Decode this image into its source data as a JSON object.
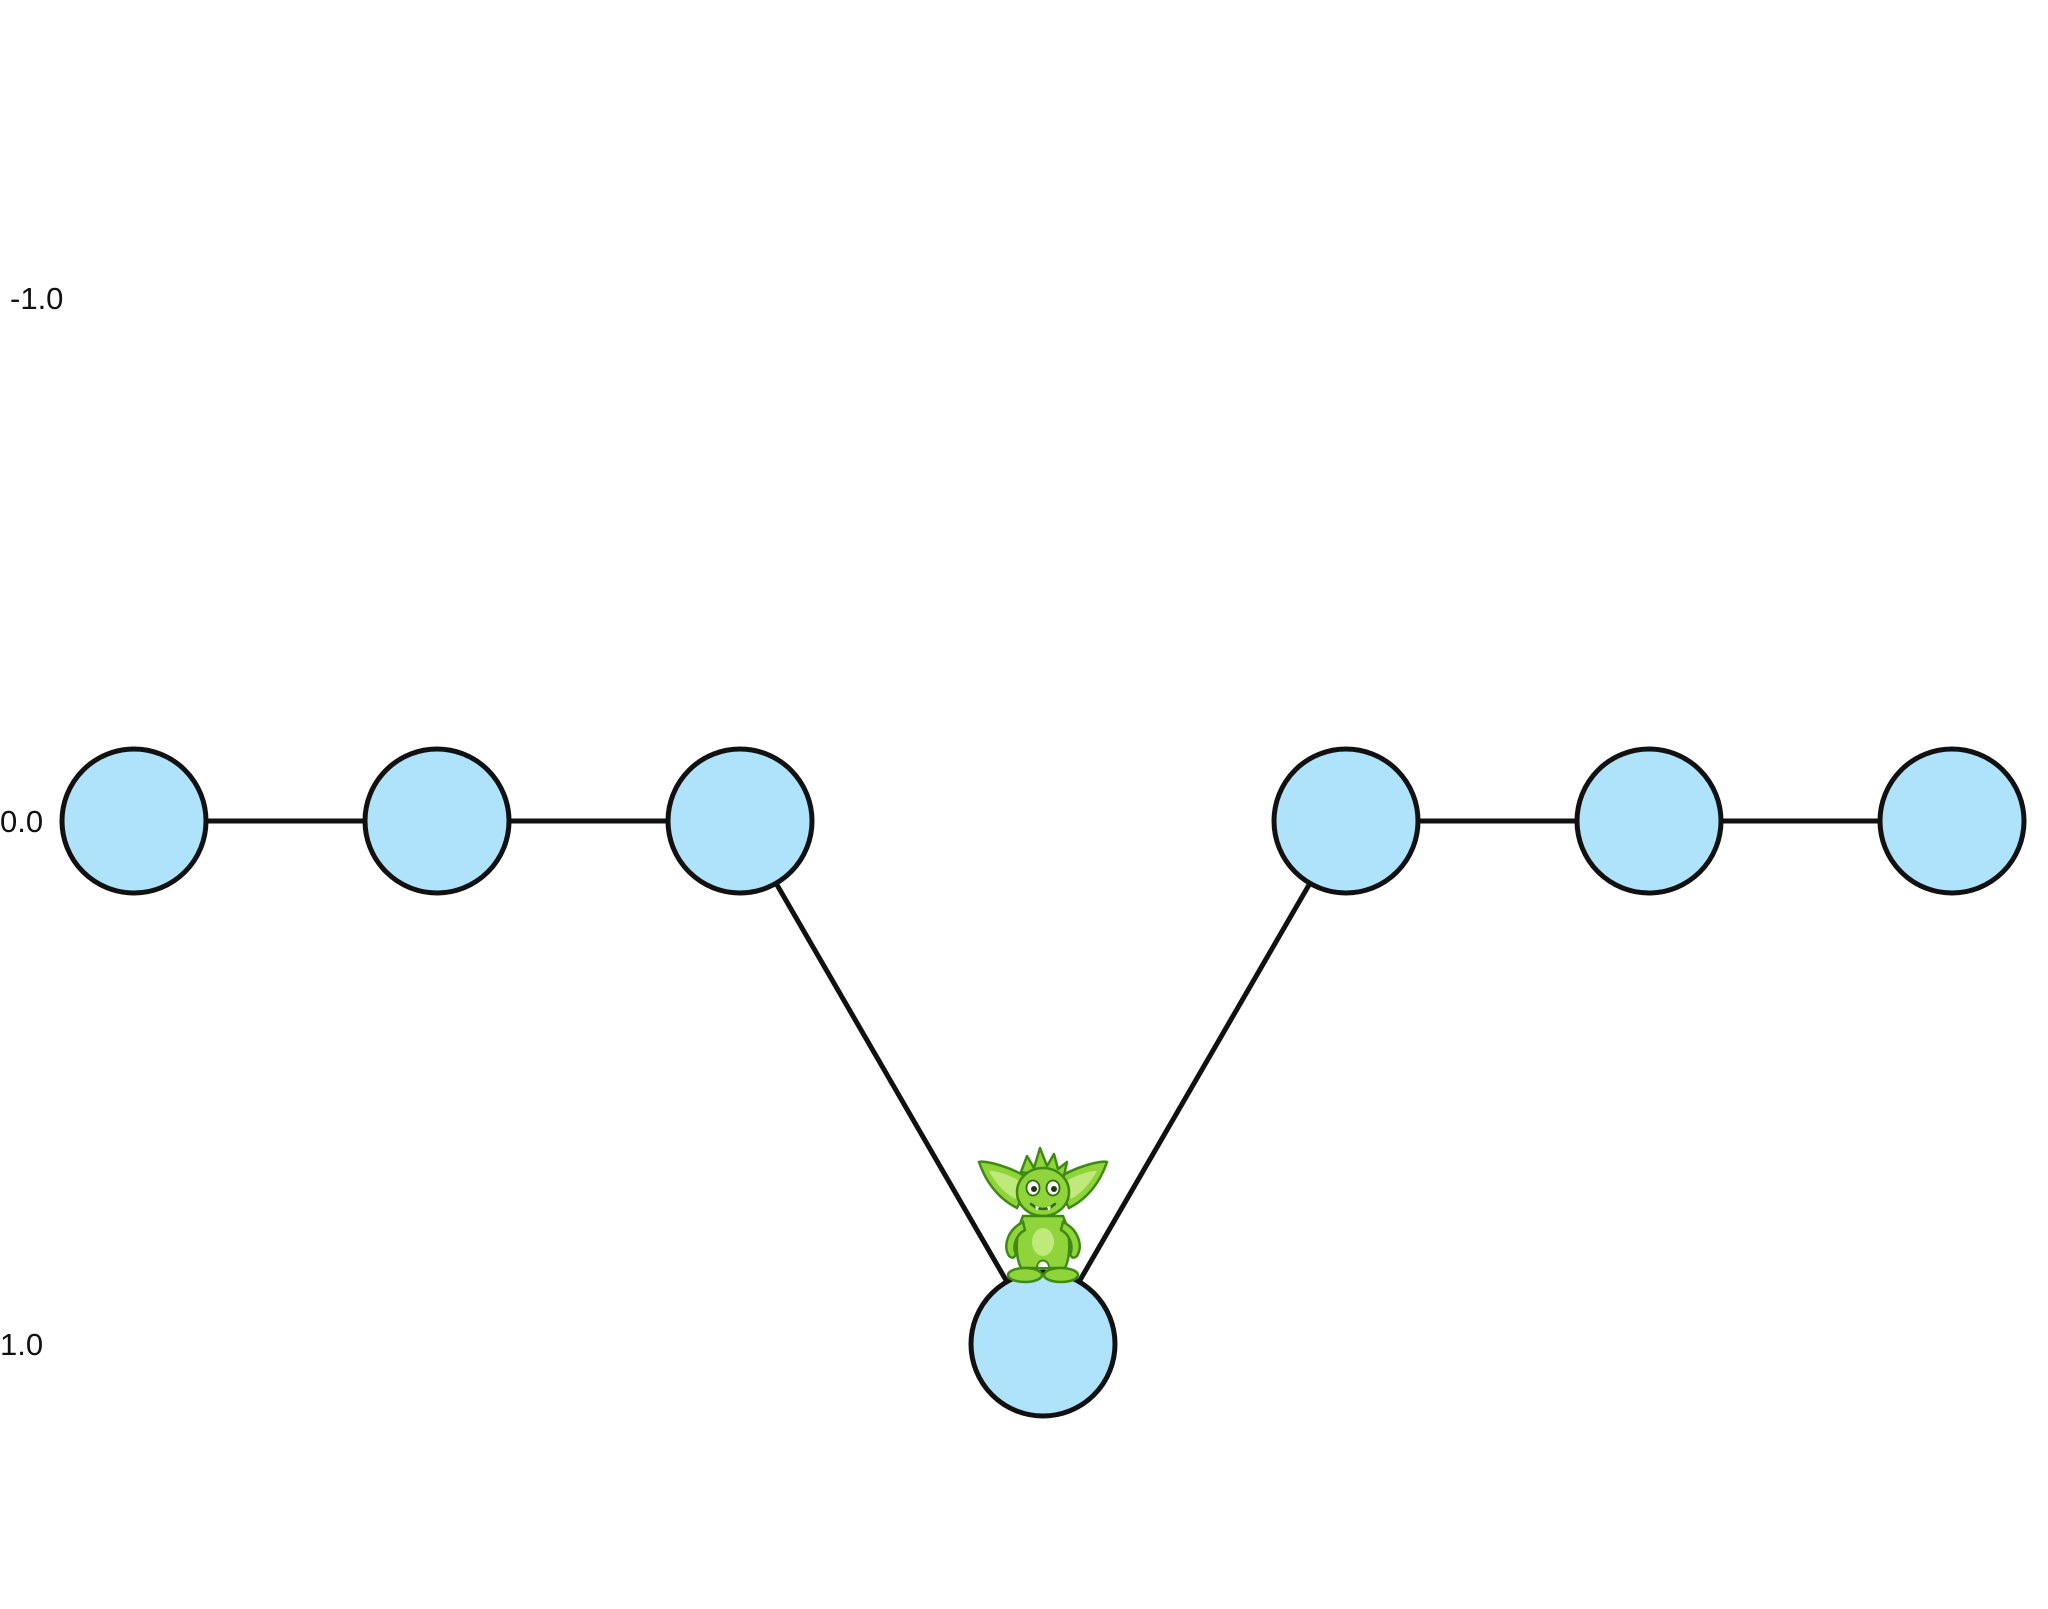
{
  "y_axis": {
    "tick_labels": [
      "-1.0",
      "0.0",
      "1.0"
    ],
    "tick_values": [
      -1.0,
      0.0,
      1.0
    ]
  },
  "graph": {
    "node_color": "#aee3fb",
    "outline_color": "#111111",
    "nodes": [
      {
        "col": 0,
        "depth": 0.0
      },
      {
        "col": 1,
        "depth": 0.0
      },
      {
        "col": 2,
        "depth": 0.0
      },
      {
        "col": 3,
        "depth": 1.0
      },
      {
        "col": 4,
        "depth": 0.0
      },
      {
        "col": 5,
        "depth": 0.0
      },
      {
        "col": 6,
        "depth": 0.0
      }
    ],
    "edges": [
      [
        0,
        1
      ],
      [
        1,
        2
      ],
      [
        2,
        3
      ],
      [
        3,
        4
      ],
      [
        4,
        5
      ],
      [
        5,
        6
      ]
    ]
  },
  "character": {
    "icon": "goblin-icon",
    "color": "#8fd43a",
    "on_node": 3
  }
}
